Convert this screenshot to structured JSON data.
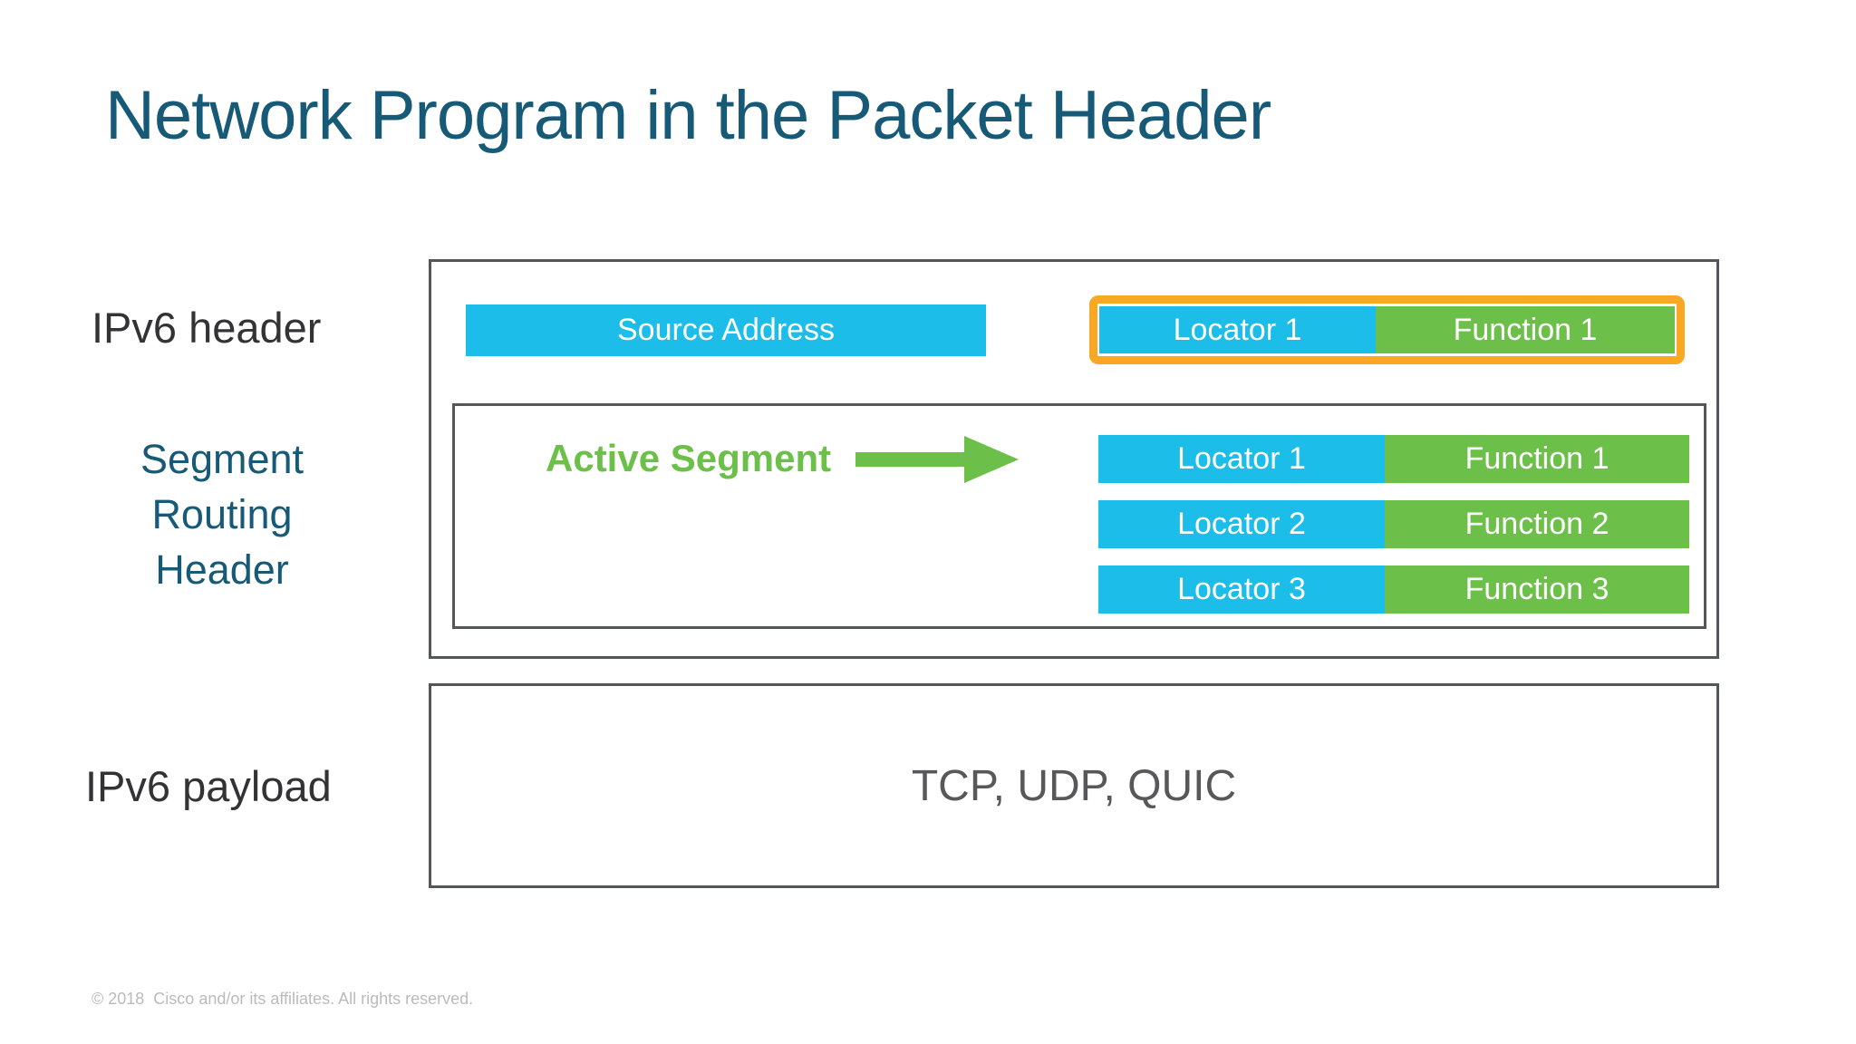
{
  "slide": {
    "title": "Network Program in the Packet Header",
    "footer": "© 2018  Cisco and/or its affiliates. All rights reserved."
  },
  "labels": {
    "ipv6_header": "IPv6 header",
    "segment_routing_header": "Segment\nRouting\nHeader",
    "ipv6_payload": "IPv6 payload"
  },
  "ipv6_header_row": {
    "source_address_label": "Source Address",
    "destination_segment": {
      "locator": "Locator 1",
      "function": "Function 1"
    }
  },
  "srh": {
    "active_segment_label": "Active Segment",
    "segments": [
      {
        "locator": "Locator 1",
        "function": "Function 1"
      },
      {
        "locator": "Locator 2",
        "function": "Function 2"
      },
      {
        "locator": "Locator 3",
        "function": "Function 3"
      }
    ]
  },
  "payload": {
    "content_label": "TCP, UDP, QUIC"
  },
  "colors": {
    "title_teal": "#175A78",
    "locator_cyan": "#1CBDE8",
    "function_green": "#6CC04A",
    "highlight_orange": "#F8A823",
    "box_border_gray": "#55565A",
    "payload_text_gray": "#58585B",
    "side_label_dark": "#333335",
    "footer_gray": "#BBBBBD"
  }
}
